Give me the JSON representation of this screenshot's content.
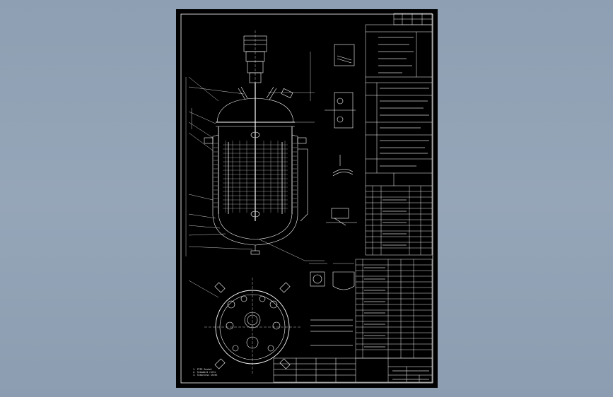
{
  "drawing": {
    "background_color": "#000000",
    "line_color": "#ffffff",
    "window_color": "#8e9fb3",
    "notes": [
      "1. PTFE Gasket",
      "2. Standard refer",
      "3. Stainless  steel"
    ]
  }
}
